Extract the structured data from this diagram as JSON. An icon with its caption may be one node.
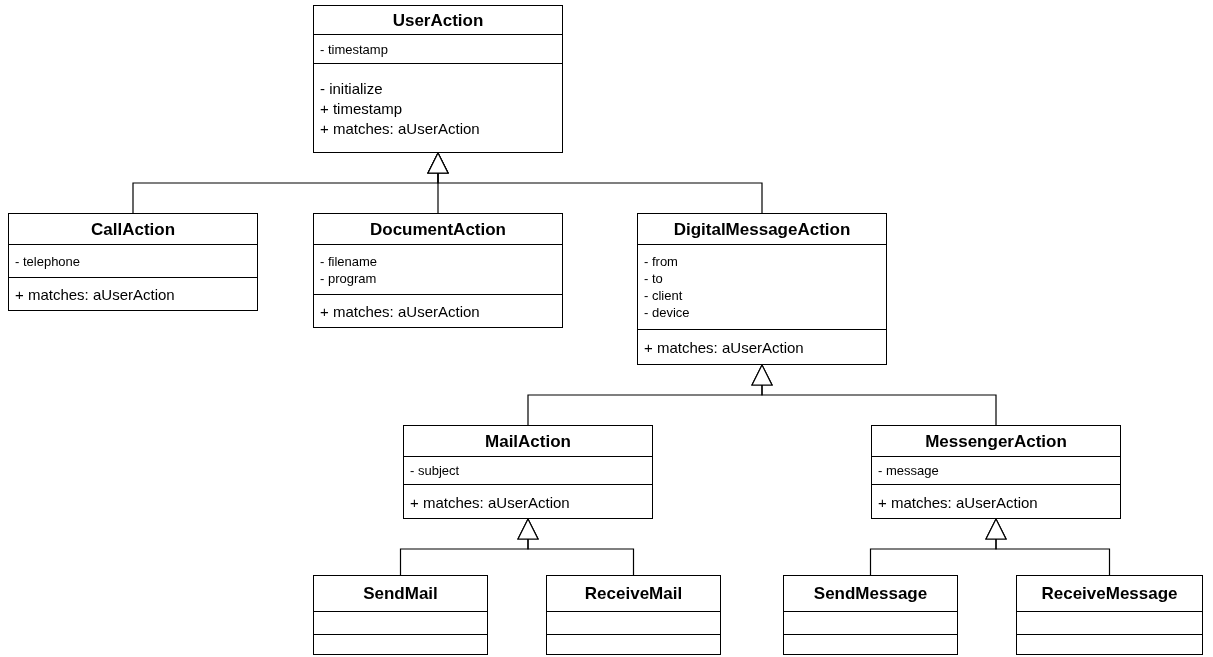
{
  "diagram": {
    "nodes": [
      {
        "text": [
          "UserAction"
        ]
      },
      {
        "text": [
          "- timestamp"
        ],
        "in": 0
      },
      {
        "text": [
          "- initialize",
          "+ timestamp",
          "+ matches: aUserAction"
        ],
        "in": 0
      },
      {
        "text": [
          "CallAction"
        ]
      },
      {
        "text": [
          "- telephone"
        ],
        "in": 3
      },
      {
        "text": [
          "+ matches: aUserAction"
        ],
        "in": 3
      },
      {
        "text": [
          "DocumentAction"
        ]
      },
      {
        "text": [
          "- filename",
          "- program"
        ],
        "in": 6
      },
      {
        "text": [
          "+ matches: aUserAction"
        ],
        "in": 6
      },
      {
        "text": [
          "DigitalMessageAction"
        ]
      },
      {
        "text": [
          "- from",
          "- to",
          "- client",
          "- device"
        ],
        "in": 9
      },
      {
        "text": [
          "+ matches: aUserAction"
        ],
        "in": 9
      },
      {
        "text": [
          "MailAction"
        ]
      },
      {
        "text": [
          "- subject"
        ],
        "in": 12
      },
      {
        "text": [
          "+ matches: aUserAction"
        ],
        "in": 12
      },
      {
        "text": [
          "MessengerAction"
        ]
      },
      {
        "text": [
          "- message"
        ],
        "in": 15
      },
      {
        "text": [
          "+ matches: aUserAction"
        ],
        "in": 15
      },
      {
        "text": [
          "SendMail"
        ]
      },
      {
        "text": [],
        "shape": "box",
        "in": 18
      },
      {
        "text": [],
        "shape": "box",
        "in": 18
      },
      {
        "text": [
          "ReceiveMail"
        ]
      },
      {
        "text": [],
        "shape": "box",
        "in": 21
      },
      {
        "text": [],
        "shape": "box",
        "in": 21
      },
      {
        "text": [
          "SendMessage"
        ]
      },
      {
        "text": [],
        "shape": "box",
        "in": 24
      },
      {
        "text": [],
        "shape": "box",
        "in": 24
      },
      {
        "text": [
          "ReceiveMessage"
        ]
      },
      {
        "text": [],
        "shape": "box",
        "in": 27
      },
      {
        "text": [],
        "shape": "box",
        "in": 27
      }
    ],
    "edges": [
      {
        "from": 3,
        "to": 0,
        "arrow": "to"
      },
      {
        "from": 6,
        "to": 0,
        "arrow": "to"
      },
      {
        "from": 9,
        "to": 0,
        "arrow": "to"
      },
      {
        "from": 12,
        "to": 9,
        "arrow": "to"
      },
      {
        "from": 15,
        "to": 9,
        "arrow": "to"
      },
      {
        "from": 18,
        "to": 12,
        "arrow": "to"
      },
      {
        "from": 21,
        "to": 12,
        "arrow": "to"
      },
      {
        "from": 24,
        "to": 15,
        "arrow": "to"
      },
      {
        "from": 27,
        "to": 15,
        "arrow": "to"
      }
    ]
  }
}
